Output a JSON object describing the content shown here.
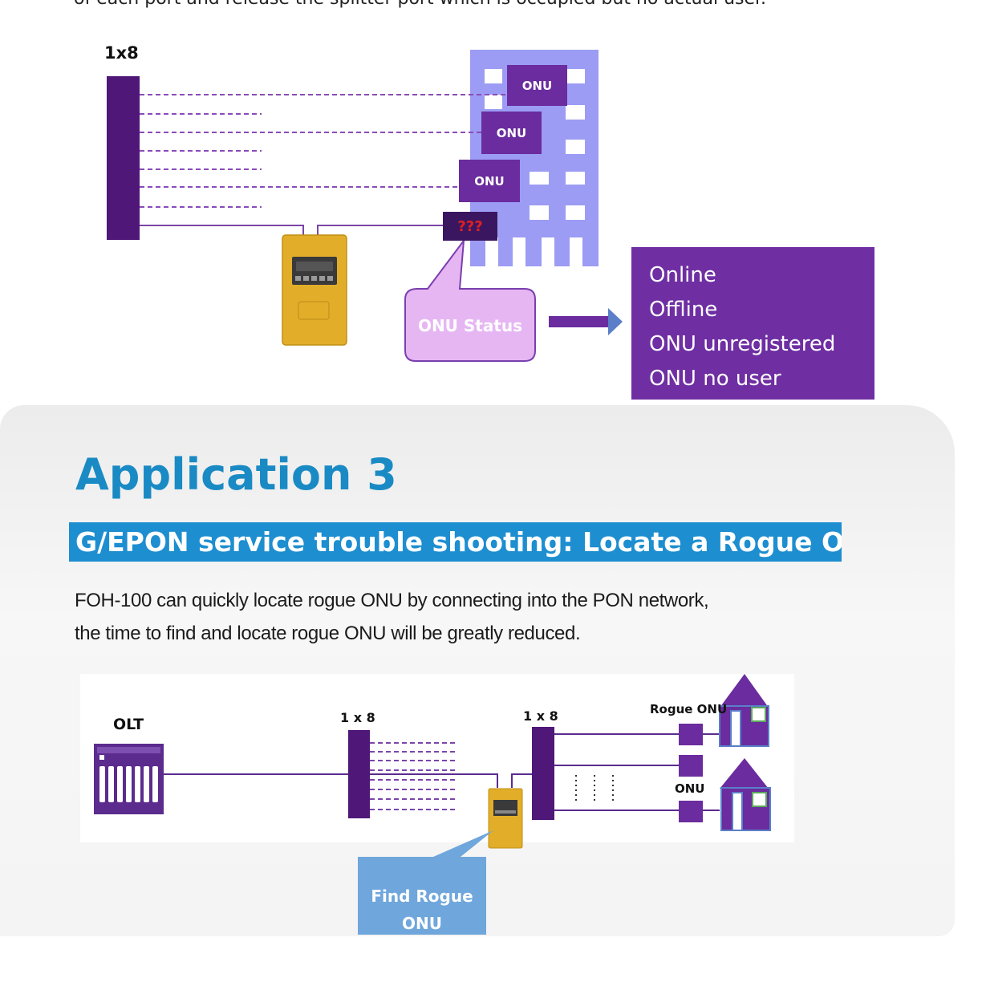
{
  "top_section": {
    "cut_text": "of each port and release the splitter port which is occupied but no actual user.",
    "splitter_label": "1x8",
    "onu_labels": [
      "ONU",
      "ONU",
      "ONU"
    ],
    "unknown_label": "???",
    "callout_label": "ONU Status",
    "status_items": [
      "Online",
      "Offline",
      "ONU unregistered",
      "ONU no user"
    ],
    "colors": {
      "splitter": "#4f1777",
      "building": "#9c9cf4",
      "onu": "#6a2c9e",
      "callout_fill": "#e6b6f3",
      "status_panel": "#6f2fa3",
      "device": "#e2ae2a"
    }
  },
  "application": {
    "title": "Application 3",
    "banner": "G/EPON service trouble shooting: Locate a Rogue ONU",
    "description_lines": [
      "FOH-100 can quickly locate rogue ONU by connecting into the PON network,",
      "the time to find and locate rogue ONU will be greatly reduced."
    ],
    "diagram": {
      "olt_label": "OLT",
      "splitter1_label": "1 x 8",
      "splitter2_label": "1 x 8",
      "rogue_onu_label": "Rogue ONU",
      "onu_label": "ONU",
      "callout_lines": [
        "Find Rogue",
        "ONU"
      ]
    },
    "colors": {
      "title": "#1a8ac4",
      "banner": "#1d8ed0",
      "callout": "#6fa6dc",
      "olt": "#5b2b8e"
    }
  }
}
